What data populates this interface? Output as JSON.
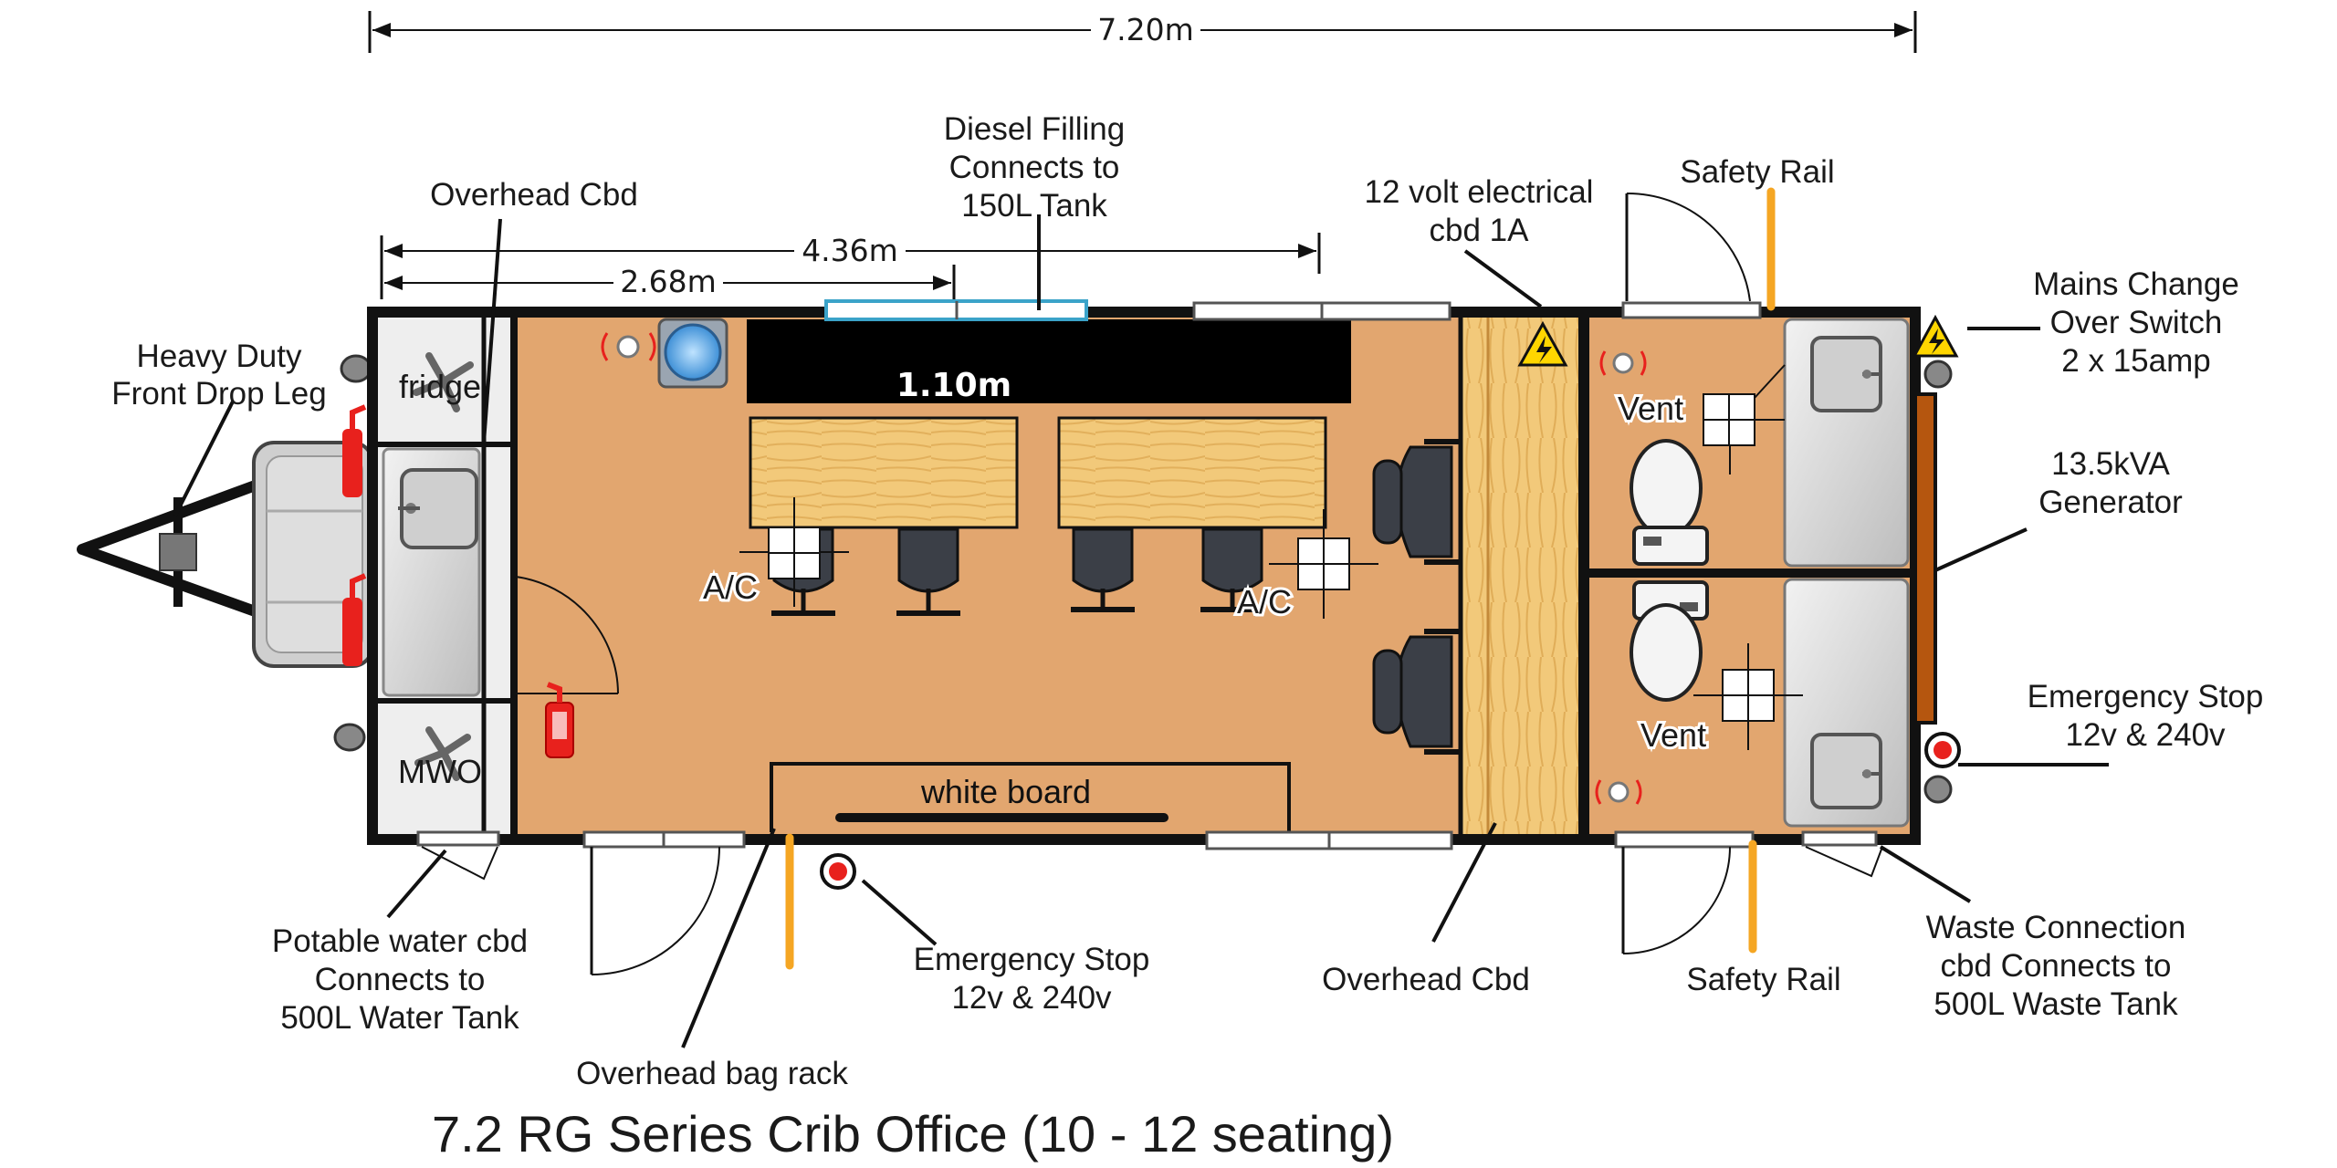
{
  "title": "7.2 RG Series Crib Office (10 - 12 seating)",
  "dimensions": {
    "overall": "7.20m",
    "mid": "4.36m",
    "short": "2.68m",
    "desk_length": "1.10m"
  },
  "callouts": {
    "overhead_cbd_top": "Overhead Cbd",
    "diesel_line1": "Diesel Filling",
    "diesel_line2": "Connects to",
    "diesel_line3": "150L Tank",
    "twelve_volt_line1": "12 volt electrical",
    "twelve_volt_line2": "cbd 1A",
    "safety_rail_top": "Safety Rail",
    "heavy_duty_line1": "Heavy Duty",
    "heavy_duty_line2": "Front Drop Leg",
    "mains_line1": "Mains Change",
    "mains_line2": "Over Switch",
    "mains_line3": "2 x 15amp",
    "generator_line1": "13.5kVA",
    "generator_line2": "Generator",
    "estop_right_line1": "Emergency Stop",
    "estop_right_line2": "12v & 240v",
    "potable_line1": "Potable water cbd",
    "potable_line2": "Connects to",
    "potable_line3": "500L Water Tank",
    "estop_bottom_line1": "Emergency Stop",
    "estop_bottom_line2": "12v & 240v",
    "overhead_cbd_bottom": "Overhead Cbd",
    "safety_rail_bottom": "Safety Rail",
    "waste_line1": "Waste Connection",
    "waste_line2": "cbd Connects to",
    "waste_line3": "500L Waste Tank",
    "bag_rack": "Overhead bag rack"
  },
  "rooms": {
    "fridge": "fridge",
    "mwo": "MWO",
    "ac_left": "A/C",
    "ac_right": "A/C",
    "vent_top": "Vent",
    "vent_bottom": "Vent",
    "whiteboard": "white board"
  },
  "colors": {
    "floor": "#e2a66f",
    "wall": "#111111",
    "timber": "#f2c97a",
    "rail": "#f5a623",
    "extinguisher": "#e8211d",
    "fixture": "#d6d6d6",
    "generator": "#b5560f",
    "chair": "#3b3f47"
  },
  "icons": [
    "fire-extinguisher-icon",
    "water-cooler-icon",
    "high-voltage-icon",
    "emergency-stop-icon",
    "sink-icon",
    "toilet-icon",
    "fan-icon",
    "sensor-icon"
  ]
}
